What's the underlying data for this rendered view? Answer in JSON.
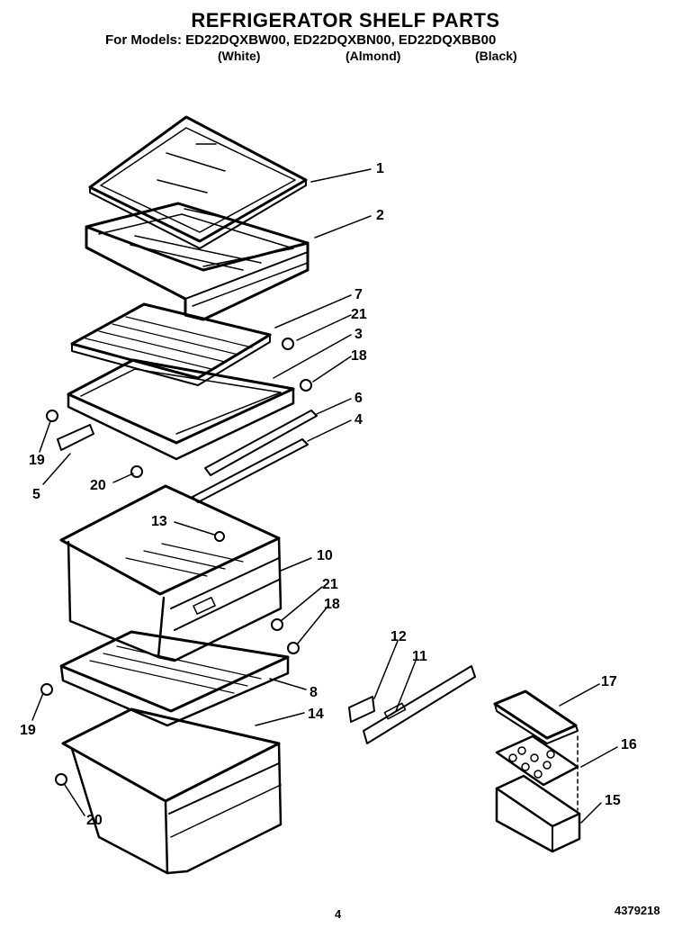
{
  "title": "REFRIGERATOR SHELF PARTS",
  "models_line": "For Models: ED22DQXBW00,  ED22DQXBN00,  ED22DQXBB00",
  "variants": [
    "(White)",
    "(Almond)",
    "(Black)"
  ],
  "callouts": {
    "c1": "1",
    "c2": "2",
    "c7": "7",
    "c21a": "21",
    "c3": "3",
    "c18a": "18",
    "c6": "6",
    "c4": "4",
    "c19a": "19",
    "c5": "5",
    "c20a": "20",
    "c13": "13",
    "c10": "10",
    "c21b": "21",
    "c18b": "18",
    "c12": "12",
    "c11": "11",
    "c17": "17",
    "c8": "8",
    "c19b": "19",
    "c14": "14",
    "c16": "16",
    "c15": "15",
    "c20b": "20"
  },
  "page_number": "4",
  "document_number": "4379218"
}
